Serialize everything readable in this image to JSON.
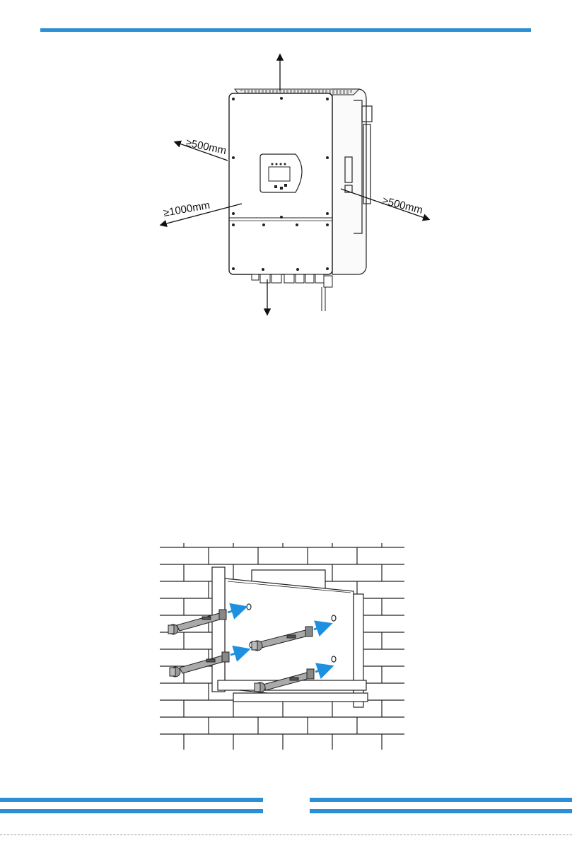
{
  "clearance": {
    "left": "≥500mm",
    "right": "≥500mm",
    "front": "≥1000mm"
  },
  "colors": {
    "accent": "#2b8fd6",
    "anchor_arrow": "#1e90e0"
  }
}
